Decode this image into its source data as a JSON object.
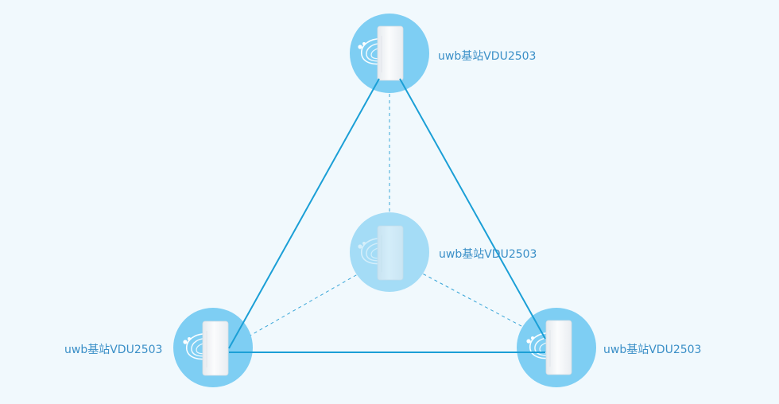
{
  "colors": {
    "background": "#f1f9fd",
    "node_circle": "#7ecef3",
    "node_circle_center": "#a4dcf6",
    "solid_link": "#1b9fd6",
    "dashed_link": "#3aa6d8",
    "label_text": "#3a8fc7",
    "device_body": "#f4f6f8"
  },
  "nodes": [
    {
      "id": "top",
      "label": "uwb基站VDU2503",
      "icon": "uwb-base-station-icon"
    },
    {
      "id": "center",
      "label": "uwb基站VDU2503",
      "icon": "uwb-base-station-icon"
    },
    {
      "id": "left",
      "label": "uwb基站VDU2503",
      "icon": "uwb-base-station-icon"
    },
    {
      "id": "right",
      "label": "uwb基站VDU2503",
      "icon": "uwb-base-station-icon"
    }
  ],
  "links": {
    "solid": [
      [
        "top",
        "left"
      ],
      [
        "top",
        "right"
      ],
      [
        "left",
        "right"
      ]
    ],
    "dashed": [
      [
        "center",
        "top"
      ],
      [
        "center",
        "left"
      ],
      [
        "center",
        "right"
      ]
    ]
  }
}
